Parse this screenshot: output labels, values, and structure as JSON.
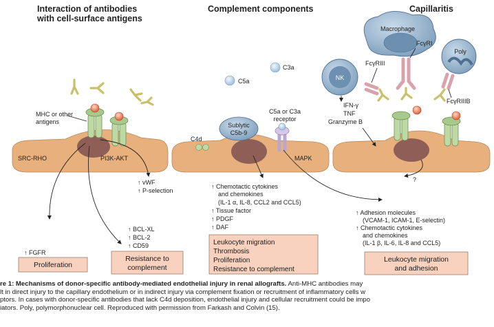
{
  "sections": {
    "interaction_line1": "Interaction of antibodies",
    "interaction_line2": "with cell-surface antigens",
    "complement": "Complement components",
    "capillaritis": "Capillaritis"
  },
  "labels": {
    "mhc_line1": "MHC or other",
    "mhc_line2": "antigens",
    "src_rho": "SRC-RHO",
    "pi3k_akt": "PI3K-AKT",
    "vwf": "↑ vWF",
    "p_selection": "↑ P-selection",
    "bcl_xl": "↑ BCL-XL",
    "bcl_2": "↑ BCL-2",
    "cd59": "↑ CD59",
    "fgfr": "↑ FGFR",
    "c3a": "C3a",
    "c5a": "C5a",
    "c4d": "C4d",
    "sublytic_line1": "Sublytic",
    "sublytic_line2": "C5b-9",
    "receptor_line1": "C5a or C3a",
    "receptor_line2": "receptor",
    "mapk": "MAPK",
    "chemotactic1_line1": "↑ Chemotactic cytokines",
    "chemotactic1_line2": "and chemokines",
    "chemotactic1_line3": "(IL-1 α, IL-8, CCL2 and CCL5)",
    "tissue_factor": "↑ Tissue factor",
    "pdgf": "↑ PDGF",
    "daf": "↑ DAF",
    "macrophage": "Macrophage",
    "nk": "NK",
    "poly": "Poly",
    "fcgri": "FcγRI",
    "fcgriii": "FcγRIII",
    "fcgriiib": "FcγRIIIB",
    "ifn": "IFN-γ",
    "tnf": "TNF",
    "granzyme": "Granzyme B",
    "question": "?",
    "adhesion_line1": "↑ Adhesion molecules",
    "adhesion_line2": "(VCAM-1, ICAM-1, E-selectin)",
    "chemotactic2_line1": "↑ Chemotactic cytokines",
    "chemotactic2_line2": "and chemokines",
    "chemotactic2_line3": "(IL-1 β, IL-6, IL-8 and CCL5)"
  },
  "boxes": {
    "proliferation": "Proliferation",
    "resistance_line1": "Resistance to",
    "resistance_line2": "complement",
    "complement_line1": "Leukocyte migration",
    "complement_line2": "Thrombosis",
    "complement_line3": "Proliferation",
    "complement_line4": "Resistance to complement",
    "leuko_line1": "Leukocyte migration",
    "leuko_line2": "and adhesion"
  },
  "caption": {
    "bold": "re 1:  Mechanisms of donor-specific antibody-mediated endothelial injury in renal allografts.",
    "line1_rest": " Anti-MHC antibodies may",
    "line2": "lt in direct injury to the capillary endothelium or in indirect injury via complement fixation or recruitment of inflammatory cells w",
    "line3": "ptors. In cases with donor-specific antibodies that lack C4d deposition, endothelial injury and cellular recruitment could be impo",
    "line4": "iators. Poly, polymorphonuclear cell. Reproduced with permission from Farkash and Colvin (15)."
  },
  "colors": {
    "endothelium": "#e7b07c",
    "nucleus": "#8f5f57",
    "receptor": "#bfd9a4",
    "outcome_box": "#f9d2bf",
    "immune_cell": "#7f9fbc",
    "antibody": "#c9c06a",
    "complement_bubble": "#bcd4ec"
  }
}
